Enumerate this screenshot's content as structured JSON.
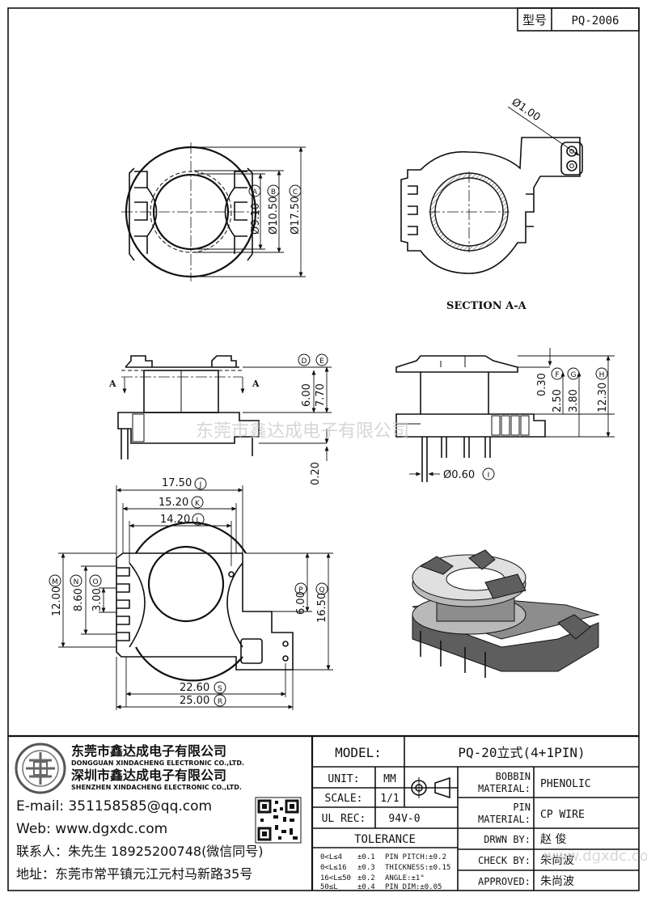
{
  "header": {
    "label": "型号",
    "value": "PQ-2006"
  },
  "section_label": "SECTION A-A",
  "section_marker": "A",
  "watermark_top": "东莞市鑫达成电子有限公司",
  "watermark_bottom": "www.dgxdc.com",
  "dimensions": {
    "d_100": "Ø1.00",
    "d_910": "Ø9.10",
    "d_1050": "Ø10.50",
    "d_1750": "Ø17.50",
    "h_600": "6.00",
    "h_770": "7.70",
    "h_020": "0.20",
    "h_030": "0.30",
    "h_250": "2.50",
    "h_380": "3.80",
    "h_1230": "12.30",
    "d_060": "Ø0.60",
    "w_1750": "17.50",
    "w_1520": "15.20",
    "w_1420": "14.20",
    "v_1200": "12.00",
    "v_860": "8.60",
    "v_300": "3.00",
    "v_600": "6.00",
    "v_1650": "16.50",
    "w_2260": "22.60",
    "w_2500": "25.00"
  },
  "callouts": {
    "A": "A",
    "B": "B",
    "C": "C",
    "D": "D",
    "E": "E",
    "F": "F",
    "G": "G",
    "H": "H",
    "I": "I",
    "J": "J",
    "K": "K",
    "L": "L",
    "M": "M",
    "N": "N",
    "O": "O",
    "P": "P",
    "Q": "Q",
    "R": "R",
    "S": "S"
  },
  "company": {
    "name_cn_1": "东莞市鑫达成电子有限公司",
    "name_en_1": "DONGGUAN XINDACHENG ELECTRONIC CO.,LTD.",
    "name_cn_2": "深圳市鑫达成电子有限公司",
    "name_en_2": "SHENZHEN XINDACHENG ELECTRONIC CO.,LTD.",
    "email": "E-mail: 351158585@qq.com",
    "web": "Web: www.dgxdc.com",
    "contact": "联系人：朱先生 18925200748(微信同号)",
    "address": "地址：东莞市常平镇元江元村马新路35号"
  },
  "title_block": {
    "model_label": "MODEL:",
    "model_value": "PQ-20立式(4+1PIN)",
    "unit_label": "UNIT:",
    "unit_value": "MM",
    "scale_label": "SCALE:",
    "scale_value": "1/1",
    "ulrec_label": "UL REC:",
    "ulrec_value": "94V-0",
    "tolerance_label": "TOLERANCE",
    "tolerances": [
      [
        "0<L≤4",
        "±0.1",
        "PIN PITCH:±0.2"
      ],
      [
        "0<L≤16",
        "±0.3",
        "THICKNESS:±0.15"
      ],
      [
        "16<L≤50",
        "±0.2",
        "ANGLE:±1°"
      ],
      [
        "50≤L",
        "±0.4",
        "PIN DIM:±0.05"
      ]
    ],
    "bobbin_label_1": "BOBBIN",
    "bobbin_label_2": "MATERIAL:",
    "bobbin_value": "PHENOLIC",
    "pin_label_1": "PIN",
    "pin_label_2": "MATERIAL:",
    "pin_value": "CP WIRE",
    "drawn_label": "DRWN BY:",
    "drawn_value": "赵 俊",
    "check_label": "CHECK BY:",
    "check_value": "朱尚波",
    "approved_label": "APPROVED:",
    "approved_value": "朱尚波"
  }
}
